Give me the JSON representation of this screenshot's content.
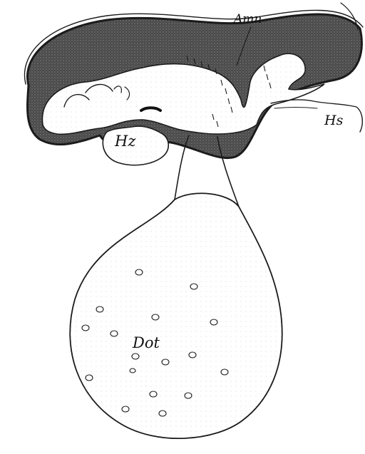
{
  "labels": {
    "amnion": "Amn",
    "heart": "Hz",
    "connecting_stalk": "Hs",
    "yolk_sac": "Dot"
  },
  "colors": {
    "ink": "#1b1b1b",
    "shade": "#3a3a3a",
    "paper": "#ffffff",
    "stipple": "#8a8a8a"
  }
}
